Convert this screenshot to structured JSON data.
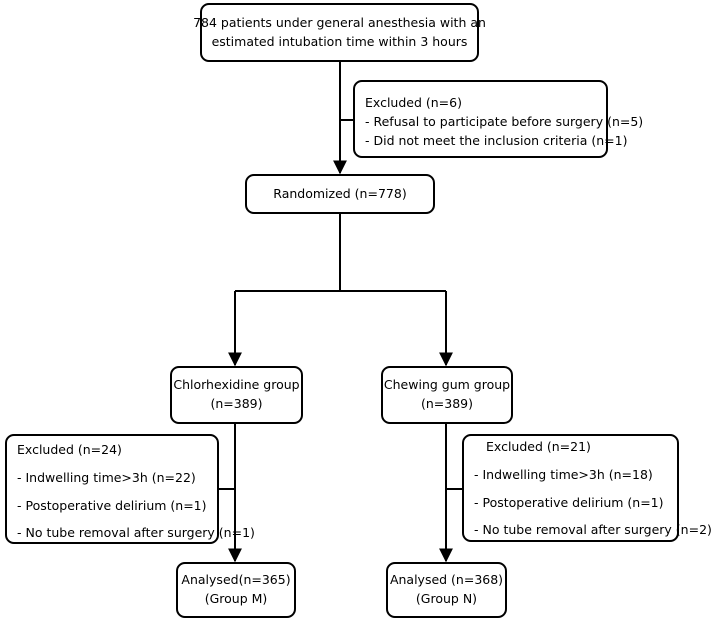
{
  "nodes": {
    "enrolled": {
      "line1": "784 patients under general anesthesia with an",
      "line2": "estimated intubation time within 3 hours"
    },
    "excluded_pre": {
      "title": "Excluded (n=6)",
      "items": [
        "- Refusal to participate before surgery (n=5)",
        "- Did not meet the inclusion criteria (n=1)"
      ]
    },
    "randomized": {
      "label": "Randomized (n=778)"
    },
    "chlorhexidine": {
      "line1": "Chlorhexidine group",
      "line2": "(n=389)"
    },
    "chewing_gum": {
      "line1": "Chewing gum group",
      "line2": "(n=389)"
    },
    "excluded_m": {
      "title": "Excluded (n=24)",
      "items": [
        "- Indwelling time>3h (n=22)",
        "- Postoperative delirium (n=1)",
        "- No tube removal after surgery (n=1)"
      ]
    },
    "excluded_n": {
      "title": "Excluded (n=21)",
      "items": [
        "- Indwelling time>3h (n=18)",
        "- Postoperative delirium (n=1)",
        "- No tube removal after surgery (n=2)"
      ]
    },
    "analysed_m": {
      "line1": "Analysed(n=365)",
      "line2": "(Group M)"
    },
    "analysed_n": {
      "line1": "Analysed (n=368)",
      "line2": "(Group N)"
    }
  }
}
